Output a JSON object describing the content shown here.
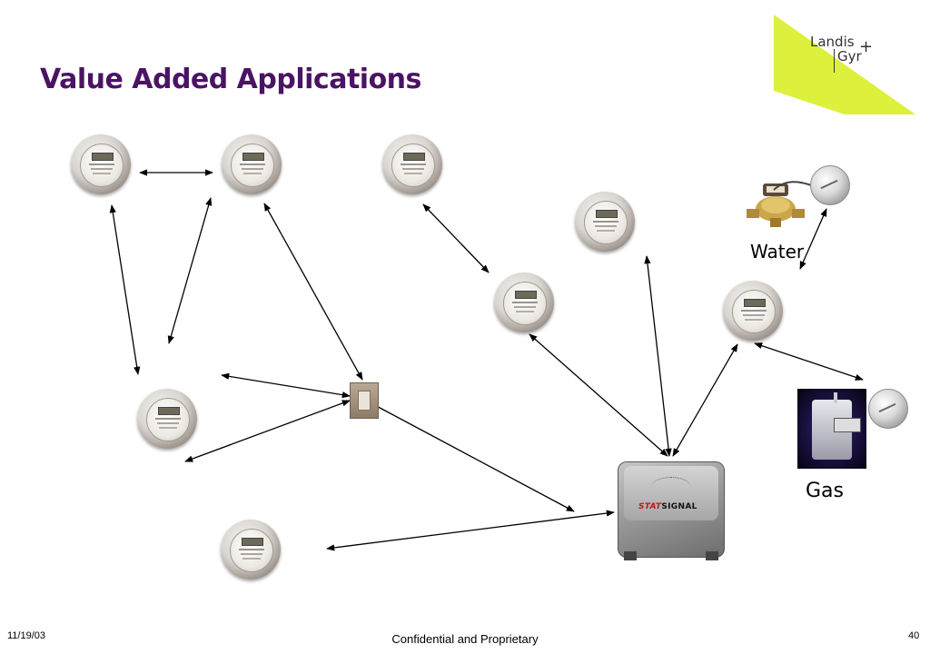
{
  "slide": {
    "title": "Value Added Applications",
    "labels": {
      "water": "Water",
      "gas": "Gas"
    },
    "footer": {
      "date": "11/19/03",
      "center": "Confidential and Proprietary",
      "page": "40"
    },
    "logo": {
      "line1": "Landis",
      "line2": "Gyr",
      "plus": "+"
    },
    "collector_brand": {
      "part1": "STAT",
      "part2": "SIGNAL"
    },
    "colors": {
      "title": "#4b1463",
      "logo_accent": "#ddf03c",
      "brand_red": "#c0161c"
    }
  }
}
